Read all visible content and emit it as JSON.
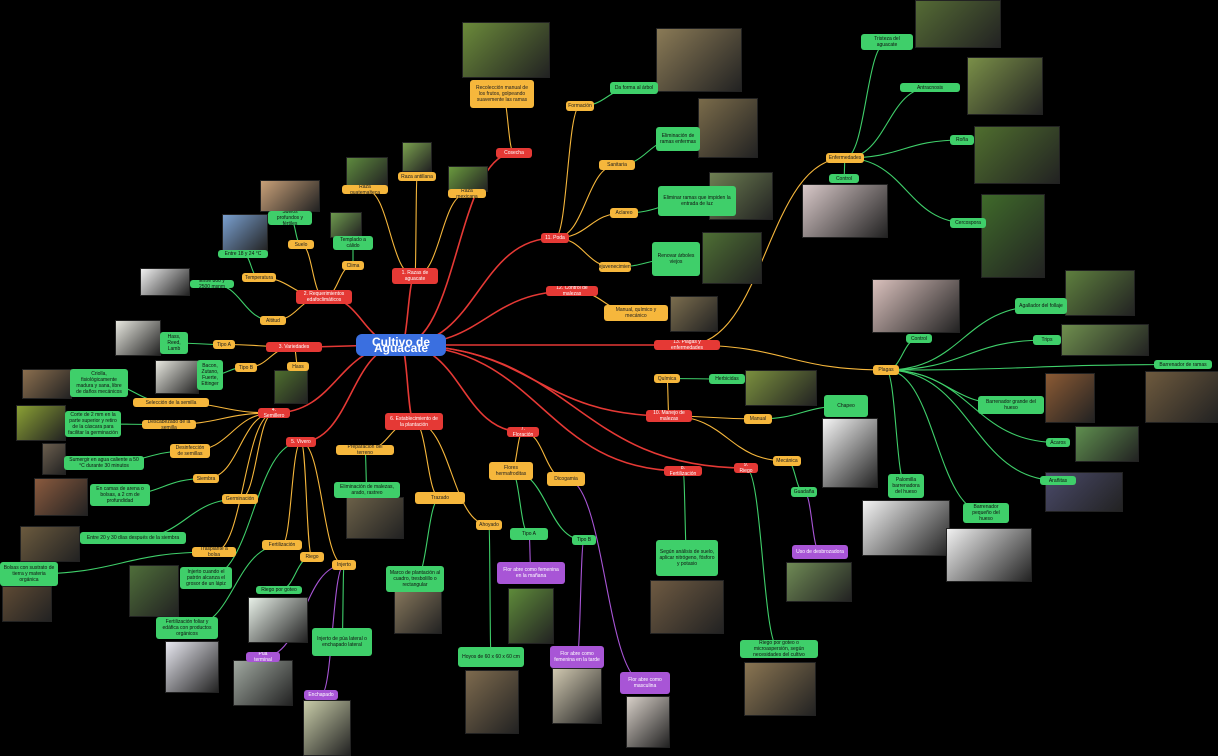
{
  "root": "Cultivo de Aguacate",
  "colors": {
    "red": "#e53935",
    "orange": "#f6b73c",
    "green": "#3fcf6a",
    "purple": "#a855d6",
    "root": "#3a6fe0"
  },
  "nodes": [
    {
      "id": "cosecha",
      "text": "Cosecha",
      "color": "red"
    },
    {
      "id": "cosecha_d",
      "text": "Recolección manual de los frutos, golpeando suavemente las ramas",
      "color": "orange"
    },
    {
      "id": "origen",
      "text": "1. Razas de aguacate",
      "color": "red"
    },
    {
      "id": "raza_g",
      "text": "Raza guatemalteca",
      "color": "orange"
    },
    {
      "id": "raza_a",
      "text": "Raza antillana",
      "color": "orange"
    },
    {
      "id": "raza_m",
      "text": "Raza mexicana",
      "color": "orange"
    },
    {
      "id": "req",
      "text": "2. Requerimientos edafoclimáticos",
      "color": "red"
    },
    {
      "id": "suelo",
      "text": "Suelo",
      "color": "orange"
    },
    {
      "id": "suelo_d",
      "text": "Suelos profundos y fértiles",
      "color": "green"
    },
    {
      "id": "clima",
      "text": "Clima",
      "color": "orange"
    },
    {
      "id": "clima_d",
      "text": "Templado a cálido",
      "color": "green"
    },
    {
      "id": "temp",
      "text": "Temperatura",
      "color": "orange"
    },
    {
      "id": "temp_d",
      "text": "Entre 18 y 24 °C",
      "color": "green"
    },
    {
      "id": "alt",
      "text": "Altitud",
      "color": "orange"
    },
    {
      "id": "alt_d",
      "text": "Entre 800 y 2500 msnm",
      "color": "green"
    },
    {
      "id": "var",
      "text": "3. Variedades",
      "color": "red"
    },
    {
      "id": "tipoa",
      "text": "Tipo A",
      "color": "orange"
    },
    {
      "id": "tipoa_d",
      "text": "Hass, Reed, Lamb",
      "color": "green"
    },
    {
      "id": "tipob",
      "text": "Tipo B",
      "color": "orange"
    },
    {
      "id": "tipob_d",
      "text": "Bacon, Zutano, Fuerte, Ettinger",
      "color": "green"
    },
    {
      "id": "hass",
      "text": "Hass",
      "color": "orange"
    },
    {
      "id": "semillero",
      "text": "4. Semillero",
      "color": "red"
    },
    {
      "id": "sel",
      "text": "Selección de la semilla",
      "color": "orange"
    },
    {
      "id": "sel_d",
      "text": "Criolla, fisiológicamente madura y sana, libre de daños mecánicos",
      "color": "green"
    },
    {
      "id": "desc",
      "text": "Descabezado de la semilla",
      "color": "orange"
    },
    {
      "id": "desc_d",
      "text": "Corte de 2 mm en la parte superior y retiro de la cáscara para facilitar la germinación",
      "color": "green"
    },
    {
      "id": "desinf",
      "text": "Desinfección de semillas",
      "color": "orange"
    },
    {
      "id": "desinf_d",
      "text": "Sumergir en agua caliente a 50 °C durante 30 minutos",
      "color": "green"
    },
    {
      "id": "siembra",
      "text": "Siembra",
      "color": "orange"
    },
    {
      "id": "siembra_d",
      "text": "En camas de arena o bolsas, a 2 cm de profundidad",
      "color": "green"
    },
    {
      "id": "germ",
      "text": "Germinación",
      "color": "orange"
    },
    {
      "id": "germ_d",
      "text": "Entre 20 y 30 días después de la siembra",
      "color": "green"
    },
    {
      "id": "trasplante",
      "text": "Trasplante a bolsa",
      "color": "orange"
    },
    {
      "id": "trasp_d",
      "text": "Bolsas con sustrato de tierra y materia orgánica",
      "color": "green"
    },
    {
      "id": "vivero",
      "text": "5. Vivero",
      "color": "red"
    },
    {
      "id": "injerto_v",
      "text": "Injerto cuando el patrón alcanza el grosor de un lápiz",
      "color": "green"
    },
    {
      "id": "fert",
      "text": "Fertilización",
      "color": "orange"
    },
    {
      "id": "fert_d",
      "text": "Fertilización foliar y edáfica con productos orgánicos",
      "color": "green"
    },
    {
      "id": "riego",
      "text": "Riego",
      "color": "orange"
    },
    {
      "id": "riego_d",
      "text": "Riego por goteo",
      "color": "green"
    },
    {
      "id": "injerto",
      "text": "Injerto",
      "color": "orange"
    },
    {
      "id": "injerto_d",
      "text": "Injerto de púa lateral o enchapado lateral",
      "color": "green"
    },
    {
      "id": "inj1",
      "text": "Púa terminal",
      "color": "purple"
    },
    {
      "id": "inj2",
      "text": "Enchapado",
      "color": "purple"
    },
    {
      "id": "estab",
      "text": "6. Establecimiento de la plantación",
      "color": "red"
    },
    {
      "id": "prep",
      "text": "Preparación del terreno",
      "color": "orange"
    },
    {
      "id": "prep_d",
      "text": "Eliminación de malezas, arado, rastreo",
      "color": "green"
    },
    {
      "id": "trazado",
      "text": "Trazado",
      "color": "orange"
    },
    {
      "id": "trazado_d",
      "text": "Marco de plantación al cuadro, tresbolillo o rectangular",
      "color": "green"
    },
    {
      "id": "ahoyado",
      "text": "Ahoyado",
      "color": "orange"
    },
    {
      "id": "ahoyado_d",
      "text": "Hoyos de 60 x 60 x 60 cm",
      "color": "green"
    },
    {
      "id": "flor",
      "text": "7. Floración",
      "color": "red"
    },
    {
      "id": "flor_d",
      "text": "Flores hermafroditas",
      "color": "orange"
    },
    {
      "id": "flor_a",
      "text": "Tipo A",
      "color": "green"
    },
    {
      "id": "flor_b",
      "text": "Tipo B",
      "color": "green"
    },
    {
      "id": "dicog",
      "text": "Dicogamia",
      "color": "orange"
    },
    {
      "id": "dicog_a",
      "text": "Flor abre como femenina en la mañana",
      "color": "purple"
    },
    {
      "id": "dicog_b",
      "text": "Flor abre como femenina en la tarde",
      "color": "purple"
    },
    {
      "id": "dicog_c",
      "text": "Flor abre como masculina",
      "color": "purple"
    },
    {
      "id": "fertil",
      "text": "8. Fertilización",
      "color": "red"
    },
    {
      "id": "fertil_d",
      "text": "Según análisis de suelo, aplicar nitrógeno, fósforo y potasio",
      "color": "green"
    },
    {
      "id": "riego2",
      "text": "9. Riego",
      "color": "red"
    },
    {
      "id": "riego2_d",
      "text": "Riego por goteo o microaspersión, según necesidades del cultivo",
      "color": "green"
    },
    {
      "id": "mip",
      "text": "10. Manejo de malezas",
      "color": "red"
    },
    {
      "id": "mip_q",
      "text": "Química",
      "color": "orange"
    },
    {
      "id": "mip_q_d",
      "text": "Herbicidas",
      "color": "green"
    },
    {
      "id": "mip_m",
      "text": "Manual",
      "color": "orange"
    },
    {
      "id": "mip_m_d",
      "text": "Chapeo",
      "color": "green"
    },
    {
      "id": "mip_mec",
      "text": "Mecánica",
      "color": "orange"
    },
    {
      "id": "mip_mec_d",
      "text": "Guadaña",
      "color": "green"
    },
    {
      "id": "mip_mec_p",
      "text": "Uso de desbrozadora",
      "color": "purple"
    },
    {
      "id": "poda",
      "text": "11. Poda",
      "color": "red"
    },
    {
      "id": "poda_f",
      "text": "Formación",
      "color": "orange"
    },
    {
      "id": "poda_f_d",
      "text": "Da forma al árbol",
      "color": "green"
    },
    {
      "id": "poda_s",
      "text": "Sanitaria",
      "color": "orange"
    },
    {
      "id": "poda_s_d",
      "text": "Eliminación de ramas enfermas",
      "color": "green"
    },
    {
      "id": "poda_a",
      "text": "Aclareo",
      "color": "orange"
    },
    {
      "id": "poda_a_d",
      "text": "Eliminar ramas que impiden la entrada de luz",
      "color": "green"
    },
    {
      "id": "poda_r",
      "text": "Rejuvenecimiento",
      "color": "orange"
    },
    {
      "id": "poda_r_d",
      "text": "Renovar árboles viejos",
      "color": "green"
    },
    {
      "id": "control",
      "text": "12. Control de malezas",
      "color": "red"
    },
    {
      "id": "control_d",
      "text": "Manual, químico y mecánico",
      "color": "orange"
    },
    {
      "id": "plagas",
      "text": "13. Plagas y enfermedades",
      "color": "red"
    },
    {
      "id": "enf",
      "text": "Enfermedades",
      "color": "orange"
    },
    {
      "id": "enf1",
      "text": "Tristeza del aguacate",
      "color": "green"
    },
    {
      "id": "enf2",
      "text": "Antracnosis",
      "color": "green"
    },
    {
      "id": "enf3",
      "text": "Roña",
      "color": "green"
    },
    {
      "id": "enf4",
      "text": "Cercospora",
      "color": "green"
    },
    {
      "id": "enf_c",
      "text": "Control",
      "color": "green"
    },
    {
      "id": "plag",
      "text": "Plagas",
      "color": "orange"
    },
    {
      "id": "plag1",
      "text": "Agallador del follaje",
      "color": "green"
    },
    {
      "id": "plag2",
      "text": "Trips",
      "color": "green"
    },
    {
      "id": "plag3",
      "text": "Barrenador de ramas",
      "color": "green"
    },
    {
      "id": "plag4",
      "text": "Barrenador grande del hueso",
      "color": "green"
    },
    {
      "id": "plag5",
      "text": "Ácaros",
      "color": "green"
    },
    {
      "id": "plag6",
      "text": "Arañitas",
      "color": "green"
    },
    {
      "id": "plag7",
      "text": "Palomilla barrenadora del hueso",
      "color": "green"
    },
    {
      "id": "plag8",
      "text": "Barrenador pequeño del hueso",
      "color": "green"
    },
    {
      "id": "plag_c",
      "text": "Control",
      "color": "green"
    }
  ]
}
